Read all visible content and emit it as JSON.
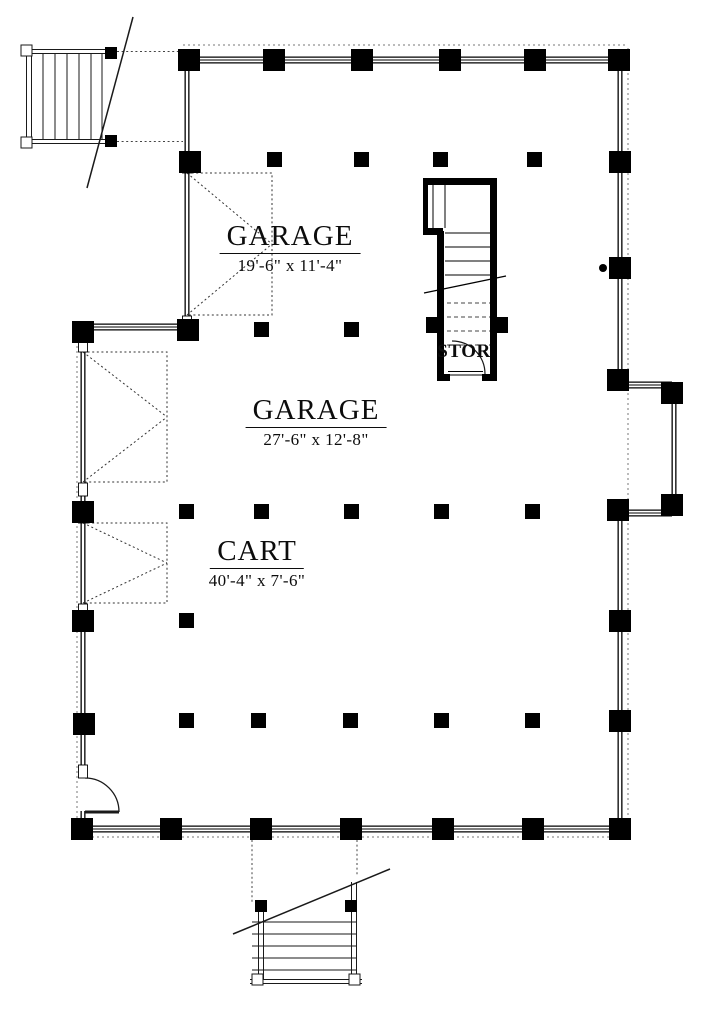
{
  "plan": {
    "type": "garage-level-floor-plan",
    "background": "#ffffff",
    "ink": "#000000",
    "rooms": [
      {
        "name": "GARAGE",
        "dims": "19'-6\" x 11'-4\""
      },
      {
        "name": "GARAGE",
        "dims": "27'-6\" x 12'-8\""
      },
      {
        "name": "CART",
        "dims": "40'-4\" x 7'-6\""
      },
      {
        "name": "STOR",
        "dims": ""
      }
    ]
  }
}
